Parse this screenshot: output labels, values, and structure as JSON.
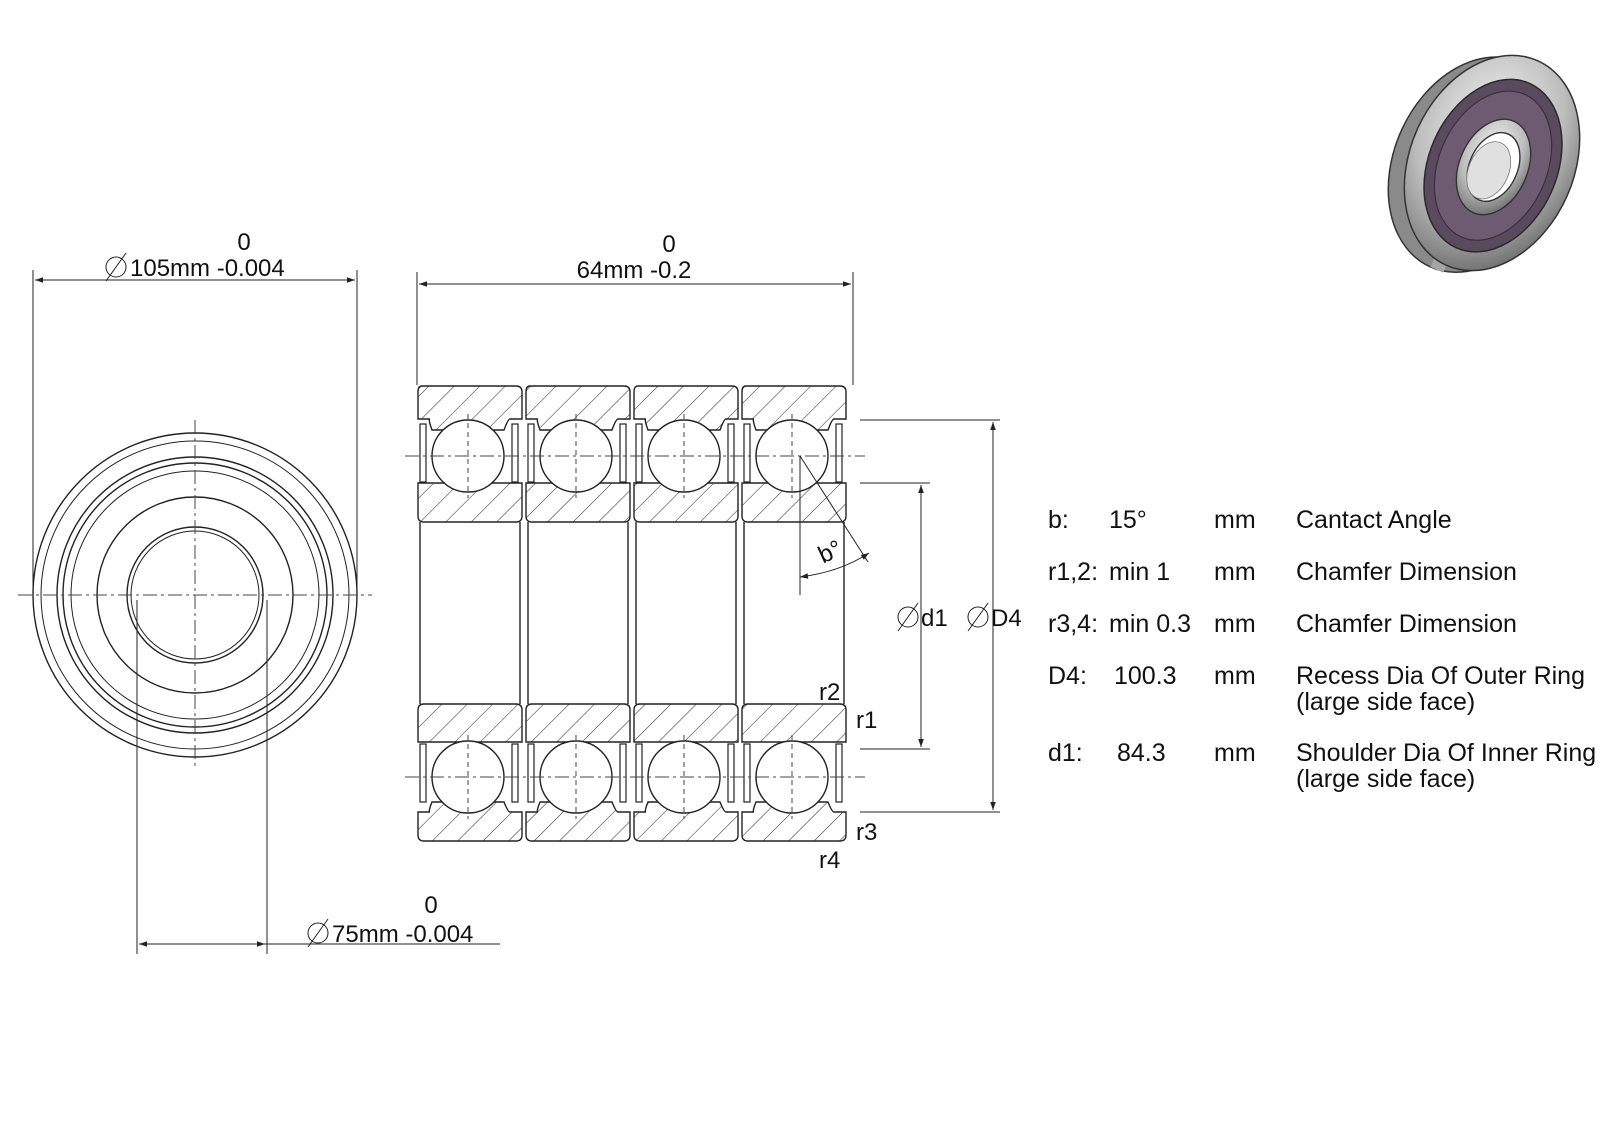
{
  "dimensions": {
    "outer_diameter": {
      "upper": "0",
      "label": "105mm -0.004"
    },
    "width": {
      "upper": "0",
      "label": "64mm -0.2"
    },
    "bore_diameter": {
      "upper": "0",
      "label": "75mm -0.004"
    },
    "d1_label": "d1",
    "D4_label": "D4",
    "angle_label": "b°",
    "r1": "r1",
    "r2": "r2",
    "r3": "r3",
    "r4": "r4"
  },
  "specs": [
    {
      "symbol": "b:",
      "value": "15°",
      "unit": "mm",
      "desc1": "Cantact Angle",
      "desc2": ""
    },
    {
      "symbol": "r1,2:",
      "value": "min 1",
      "unit": "mm",
      "desc1": "Chamfer Dimension",
      "desc2": ""
    },
    {
      "symbol": "r3,4:",
      "value": "min 0.3",
      "unit": "mm",
      "desc1": "Chamfer Dimension",
      "desc2": ""
    },
    {
      "symbol": "D4:",
      "value": "100.3",
      "unit": "mm",
      "desc1": "Recess Dia Of Outer Ring",
      "desc2": "(large side face)"
    },
    {
      "symbol": "d1:",
      "value": "84.3",
      "unit": "mm",
      "desc1": "Shoulder Dia Of Inner Ring",
      "desc2": "(large side face)"
    }
  ],
  "colors": {
    "seal": "#5a4a5e",
    "ring_metal": "#c9c9c9"
  }
}
